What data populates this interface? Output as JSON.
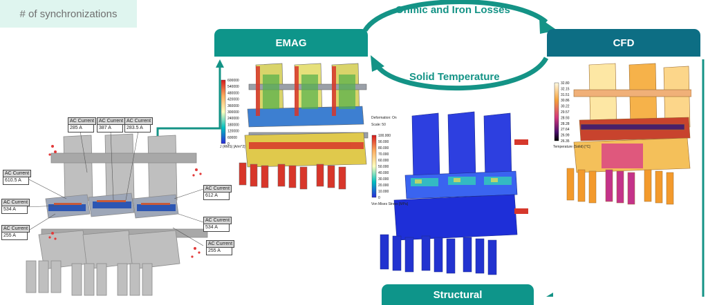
{
  "workflow": {
    "emag_label": "EMAG",
    "cfd_label": "CFD",
    "structural_label": "Structural",
    "sync_label": "# of synchronizations",
    "forward_label": "Ohmic and Iron Losses",
    "backward_label": "Solid Temperature"
  },
  "ac_current": {
    "title": "AC Current",
    "values": [
      "285 A",
      "387 A",
      "283.5 A",
      "610.5 A",
      "534 A",
      "255 A",
      "612 A",
      "534 A",
      "255 A"
    ]
  },
  "emag_legend": {
    "unit_label": "J (RMS) [A/m^2]",
    "ticks": [
      "600000",
      "540000",
      "480000",
      "420000",
      "360000",
      "300000",
      "240000",
      "180000",
      "120000",
      "60000",
      "0"
    ]
  },
  "cfd_legend": {
    "unit_label": "Temperature (Solid) [°C]",
    "ticks": [
      "32.80",
      "32.15",
      "31.51",
      "30.86",
      "30.22",
      "29.57",
      "28.93",
      "28.28",
      "27.64",
      "26.99",
      "26.35"
    ]
  },
  "stress_legend": {
    "deformation_label": "Deformation: On",
    "scale_label": "Scale: 50",
    "unit_label": "Von Mises Stress [MPa]",
    "ticks": [
      "100.000",
      "90.000",
      "80.000",
      "70.000",
      "60.000",
      "50.000",
      "40.000",
      "30.000",
      "20.000",
      "10.000",
      "0"
    ]
  },
  "colors": {
    "emag_box": "#0e958a",
    "cfd_box": "#0d6e84",
    "sync_box": "#dff5ef",
    "label_teal": "#149386"
  }
}
